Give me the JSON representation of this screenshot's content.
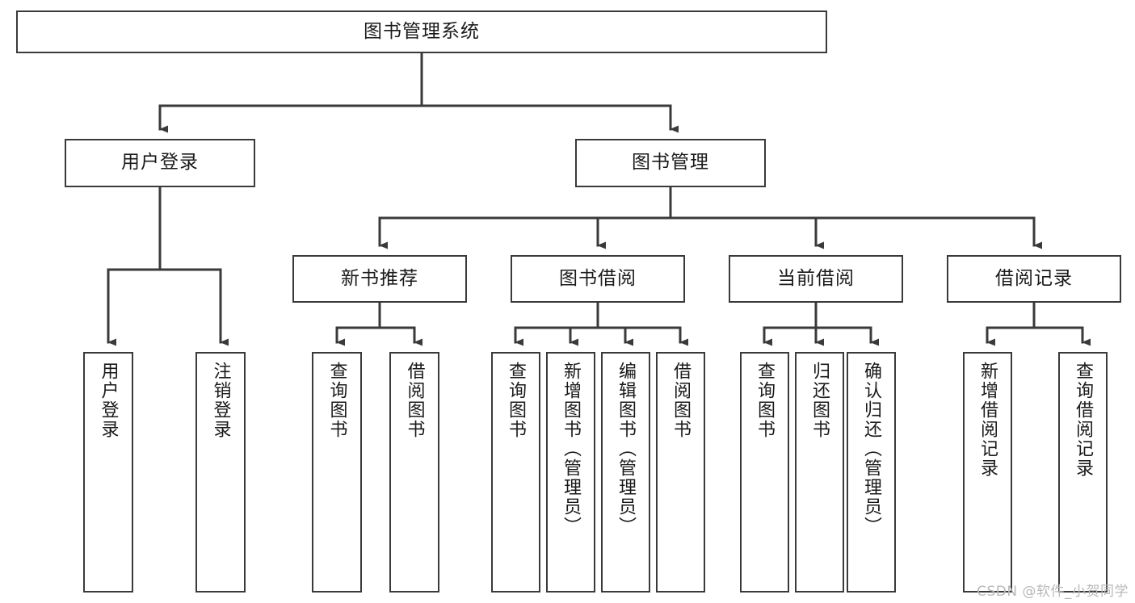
{
  "diagram": {
    "title": "图书管理系统",
    "type": "hierarchy-tree",
    "root": {
      "id": "root",
      "label": "图书管理系统",
      "orientation": "horizontal"
    },
    "level2": [
      {
        "id": "user-login",
        "label": "用户登录",
        "orientation": "horizontal"
      },
      {
        "id": "book-manage",
        "label": "图书管理",
        "orientation": "horizontal"
      }
    ],
    "level3": [
      {
        "id": "new-book-rec",
        "label": "新书推荐",
        "orientation": "horizontal",
        "parent": "book-manage"
      },
      {
        "id": "book-borrow",
        "label": "图书借阅",
        "orientation": "horizontal",
        "parent": "book-manage"
      },
      {
        "id": "current-borrow",
        "label": "当前借阅",
        "orientation": "horizontal",
        "parent": "book-manage"
      },
      {
        "id": "borrow-record",
        "label": "借阅记录",
        "orientation": "horizontal",
        "parent": "book-manage"
      }
    ],
    "leaves": [
      {
        "id": "leaf-user-login",
        "label": "用户登录",
        "orientation": "vertical",
        "parent": "user-login"
      },
      {
        "id": "leaf-logout",
        "label": "注销登录",
        "orientation": "vertical",
        "parent": "user-login"
      },
      {
        "id": "leaf-query-book-1",
        "label": "查询图书",
        "orientation": "vertical",
        "parent": "new-book-rec"
      },
      {
        "id": "leaf-borrow-book-1",
        "label": "借阅图书",
        "orientation": "vertical",
        "parent": "new-book-rec"
      },
      {
        "id": "leaf-query-book-2",
        "label": "查询图书",
        "orientation": "vertical",
        "parent": "book-borrow"
      },
      {
        "id": "leaf-add-book",
        "label": "新增图书（管理员）",
        "orientation": "vertical",
        "parent": "book-borrow"
      },
      {
        "id": "leaf-edit-book",
        "label": "编辑图书（管理员）",
        "orientation": "vertical",
        "parent": "book-borrow"
      },
      {
        "id": "leaf-borrow-book-2",
        "label": "借阅图书",
        "orientation": "vertical",
        "parent": "book-borrow"
      },
      {
        "id": "leaf-query-book-3",
        "label": "查询图书",
        "orientation": "vertical",
        "parent": "current-borrow"
      },
      {
        "id": "leaf-return-book",
        "label": "归还图书",
        "orientation": "vertical",
        "parent": "current-borrow"
      },
      {
        "id": "leaf-confirm-return",
        "label": "确认归还（管理员）",
        "orientation": "vertical",
        "parent": "current-borrow"
      },
      {
        "id": "leaf-add-record",
        "label": "新增借阅记录",
        "orientation": "vertical",
        "parent": "borrow-record"
      },
      {
        "id": "leaf-query-record",
        "label": "查询借阅记录",
        "orientation": "vertical",
        "parent": "borrow-record"
      }
    ],
    "colors": {
      "stroke": "#3a3a3a",
      "fill": "#ffffff",
      "text": "#1a1a1a",
      "watermark": "#b9b9b9"
    }
  },
  "watermark": {
    "text": "CSDN @软件_小贺同学"
  }
}
